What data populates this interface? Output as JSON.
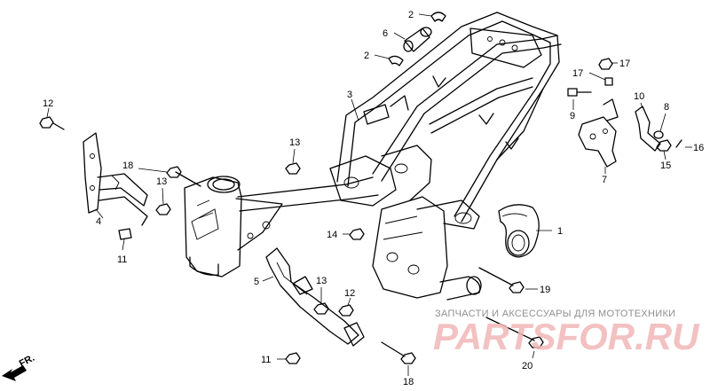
{
  "callouts": [
    {
      "id": "c1",
      "text": "1"
    },
    {
      "id": "c2a",
      "text": "2"
    },
    {
      "id": "c2b",
      "text": "2"
    },
    {
      "id": "c3",
      "text": "3"
    },
    {
      "id": "c4",
      "text": "4"
    },
    {
      "id": "c5",
      "text": "5"
    },
    {
      "id": "c6",
      "text": "6"
    },
    {
      "id": "c7",
      "text": "7"
    },
    {
      "id": "c8",
      "text": "8"
    },
    {
      "id": "c9",
      "text": "9"
    },
    {
      "id": "c10",
      "text": "10"
    },
    {
      "id": "c11a",
      "text": "11"
    },
    {
      "id": "c11b",
      "text": "11"
    },
    {
      "id": "c12a",
      "text": "12"
    },
    {
      "id": "c12b",
      "text": "12"
    },
    {
      "id": "c13a",
      "text": "13"
    },
    {
      "id": "c13b",
      "text": "13"
    },
    {
      "id": "c13c",
      "text": "13"
    },
    {
      "id": "c14",
      "text": "14"
    },
    {
      "id": "c15",
      "text": "15"
    },
    {
      "id": "c16",
      "text": "16"
    },
    {
      "id": "c17a",
      "text": "17"
    },
    {
      "id": "c17b",
      "text": "17"
    },
    {
      "id": "c18a",
      "text": "18"
    },
    {
      "id": "c18b",
      "text": "18"
    },
    {
      "id": "c19",
      "text": "19"
    },
    {
      "id": "c20",
      "text": "20"
    }
  ],
  "watermark": {
    "subtitle": "ЗАПЧАСТИ И АКСЕССУАРЫ ДЛЯ МОТОТЕХНИКИ",
    "logo": "PARTSFOR.RU",
    "logo_color": "#f2b7b7"
  },
  "direction_marker": {
    "label": "FR.",
    "icon": "front-arrow-icon"
  }
}
